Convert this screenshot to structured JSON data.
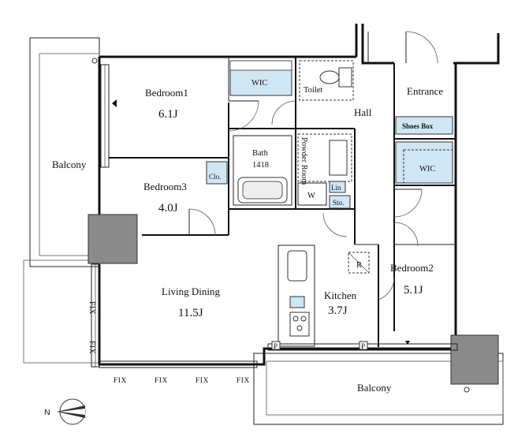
{
  "rooms": {
    "bedroom1": {
      "name": "Bedroom1",
      "size": "6.1J"
    },
    "bedroom2": {
      "name": "Bedroom2",
      "size": "5.1J"
    },
    "bedroom3": {
      "name": "Bedroom3",
      "size": "4.0J"
    },
    "living": {
      "name": "Living Dining",
      "size": "11.5J"
    },
    "kitchen": {
      "name": "Kitchen",
      "size": "3.7J"
    },
    "balcony_left": {
      "name": "Balcony"
    },
    "balcony_bottom": {
      "name": "Balcony"
    },
    "hall": {
      "name": "Hall"
    },
    "entrance": {
      "name": "Entrance"
    },
    "toilet": {
      "name": "Toilet"
    },
    "bath": {
      "name": "Bath",
      "spec": "1418"
    },
    "powder": {
      "name": "Powder Room"
    }
  },
  "storage": {
    "wic_top": "WIC",
    "wic_right": "WIC",
    "shoes_box": "Shoes Box",
    "clo": "Clo.",
    "lin": "Lin",
    "sto": "Sto."
  },
  "fixtures": {
    "washer": "W",
    "refrigerator": "R",
    "pipe": "P"
  },
  "windows": {
    "fix": "FIX"
  },
  "compass": {
    "north": "N"
  }
}
